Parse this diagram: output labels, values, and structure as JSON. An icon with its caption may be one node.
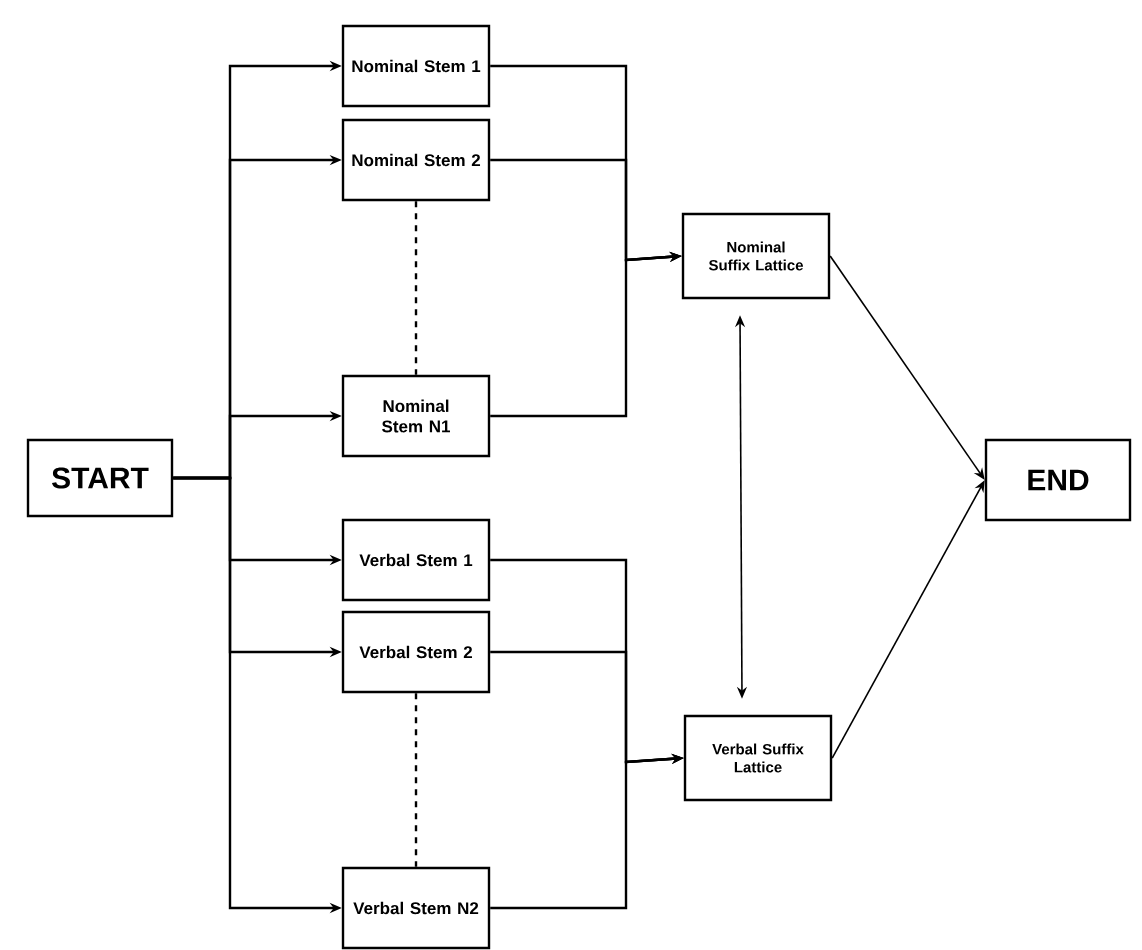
{
  "diagram": {
    "nodes": [
      {
        "text": [
          "START"
        ]
      },
      {
        "text": [
          "Nominal Stem 1"
        ]
      },
      {
        "text": [
          "Nominal Stem 2"
        ]
      },
      {
        "text": [
          "Nominal Stem N1"
        ]
      },
      {
        "text": [
          "Verbal Stem 1"
        ]
      },
      {
        "text": [
          "Verbal Stem 2"
        ]
      },
      {
        "text": [
          "Verbal Stem N2"
        ]
      },
      {
        "text": [
          "Nominal Suffix Lattice"
        ]
      },
      {
        "text": [
          "Verbal Suffix Lattice"
        ]
      },
      {
        "text": [
          "END"
        ]
      }
    ],
    "edges": [
      {
        "from": 0,
        "to": 1,
        "arrow": "to"
      },
      {
        "from": 0,
        "to": 2,
        "arrow": "to"
      },
      {
        "from": 0,
        "to": 3,
        "arrow": "to"
      },
      {
        "from": 0,
        "to": 4,
        "arrow": "to"
      },
      {
        "from": 0,
        "to": 5,
        "arrow": "to"
      },
      {
        "from": 0,
        "to": 6,
        "arrow": "to"
      },
      {
        "from": 2,
        "to": 3,
        "arrow": "none",
        "style": "dashed"
      },
      {
        "from": 5,
        "to": 6,
        "arrow": "none",
        "style": "dashed"
      },
      {
        "from": 1,
        "to": 7,
        "arrow": "to"
      },
      {
        "from": 2,
        "to": 7,
        "arrow": "to"
      },
      {
        "from": 3,
        "to": 7,
        "arrow": "to"
      },
      {
        "from": 4,
        "to": 8,
        "arrow": "to"
      },
      {
        "from": 5,
        "to": 8,
        "arrow": "to"
      },
      {
        "from": 6,
        "to": 8,
        "arrow": "to"
      },
      {
        "from": 7,
        "to": 8,
        "arrow": "both"
      },
      {
        "from": 7,
        "to": 9,
        "arrow": "to"
      },
      {
        "from": 8,
        "to": 9,
        "arrow": "to"
      }
    ]
  }
}
